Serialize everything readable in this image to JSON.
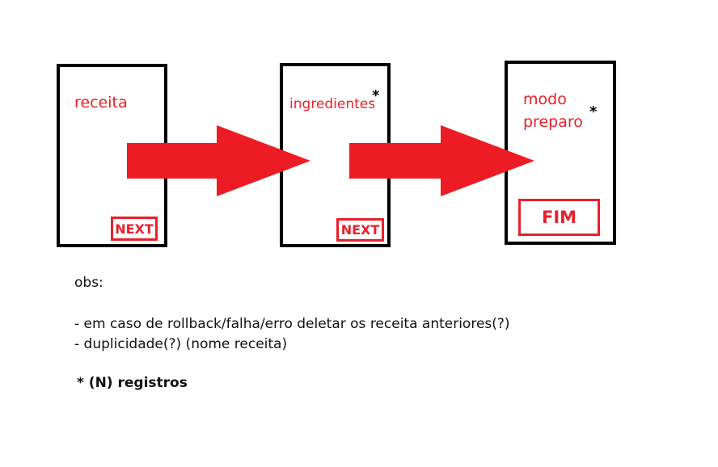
{
  "steps": [
    {
      "label": "receita",
      "button": "NEXT"
    },
    {
      "label": "ingredientes",
      "star": "*",
      "button": "NEXT"
    },
    {
      "label_line1": "modo",
      "label_line2": "preparo",
      "star": "*",
      "button": "FIM"
    }
  ],
  "notes": {
    "heading": "obs:",
    "line1": "- em caso de rollback/falha/erro deletar os receita anteriores(?)",
    "line2": "- duplicidade(?) (nome receita)",
    "footnote": "* (N) registros"
  },
  "colors": {
    "accent": "#e8212b",
    "border": "#000000"
  }
}
